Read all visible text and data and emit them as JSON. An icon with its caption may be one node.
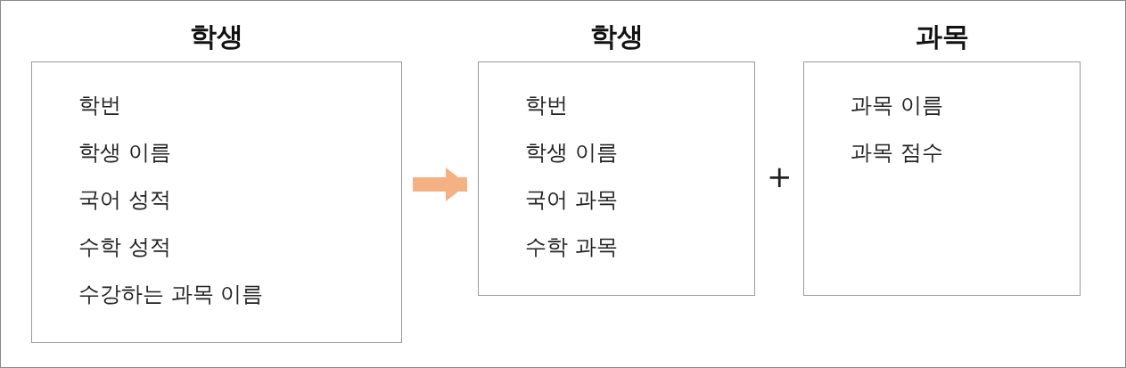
{
  "diagram": {
    "nodes": [
      {
        "text": [
          "학생",
          "학번",
          "학생 이름",
          "국어 성적",
          "수학 성적",
          "수강하는 과목 이름"
        ]
      },
      {
        "text": [
          "학생",
          "학번",
          "학생 이름",
          "국어 과목",
          "수학 과목"
        ]
      },
      {
        "text": [
          "과목",
          "과목 이름",
          "과목 점수"
        ]
      }
    ],
    "edges": [
      {
        "from": 0,
        "to": 1,
        "arrow": "to"
      }
    ],
    "labels": [
      "+"
    ]
  }
}
